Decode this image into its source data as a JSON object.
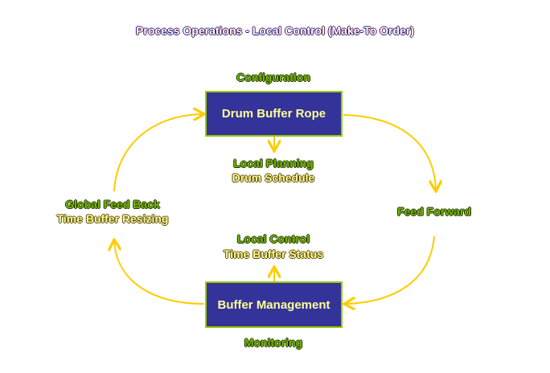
{
  "title": "Process Operations - Local Control (Make-To Order)",
  "nodes": {
    "drum": {
      "label": "Drum Buffer Rope",
      "caption": "Configuration"
    },
    "buffer": {
      "label": "Buffer Management",
      "caption": "Monitoring"
    }
  },
  "labels": {
    "local_planning": {
      "title": "Local Planning",
      "subtitle": "Drum Schedule"
    },
    "local_control": {
      "title": "Local Control",
      "subtitle": "Time Buffer Status"
    },
    "global_feedback": {
      "title": "Global Feed Back",
      "subtitle": "Time Buffer Resizing"
    },
    "feed_forward": {
      "title": "Feed Forward"
    }
  },
  "colors": {
    "box_fill": "#333399",
    "box_border": "#99cc00",
    "arrow": "#ffcc00"
  }
}
